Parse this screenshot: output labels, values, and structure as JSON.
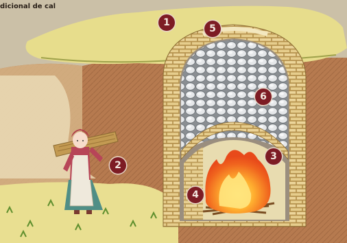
{
  "title": "dicional de cal",
  "labels": [
    "1",
    "2",
    "3",
    "4",
    "5",
    "6"
  ]
}
